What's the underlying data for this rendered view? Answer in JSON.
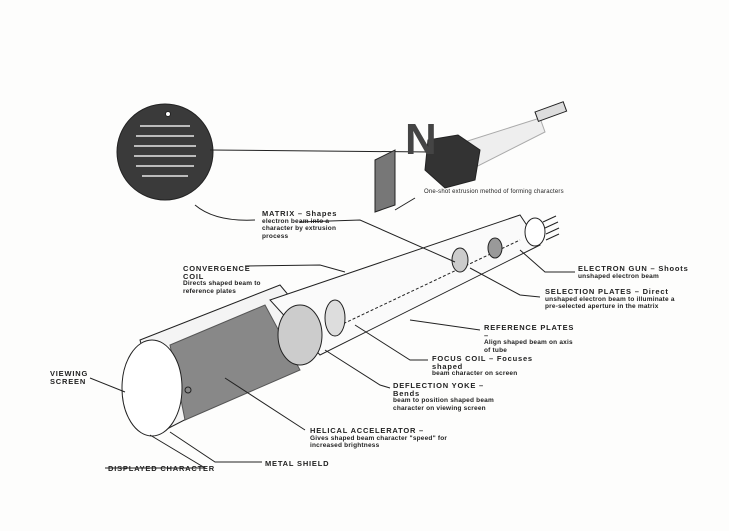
{
  "caption": "One-shot extrusion method of forming characters",
  "magnet_letter": "N",
  "labels": {
    "matrix": {
      "title": "MATRIX – Shapes",
      "desc": "electron beam into a character by extrusion process"
    },
    "convergence_coil": {
      "title": "CONVERGENCE COIL",
      "desc": "Directs shaped beam to reference plates"
    },
    "electron_gun": {
      "title": "ELECTRON GUN – Shoots",
      "desc": "unshaped electron beam"
    },
    "selection_plates": {
      "title": "SELECTION PLATES – Direct",
      "desc": "unshaped electron beam to illuminate a pre-selected aperture in the matrix"
    },
    "reference_plates": {
      "title": "REFERENCE PLATES –",
      "desc": "Align shaped beam on axis of tube"
    },
    "focus_coil": {
      "title": "FOCUS COIL – Focuses shaped",
      "desc": "beam character on screen"
    },
    "deflection_yoke": {
      "title": "DEFLECTION YOKE – Bends",
      "desc": "beam to position shaped beam character on viewing screen"
    },
    "helical_accelerator": {
      "title": "HELICAL ACCELERATOR –",
      "desc": "Gives shaped beam character \"speed\" for increased brightness"
    },
    "viewing_screen": {
      "title": "VIEWING SCREEN"
    },
    "displayed_character": {
      "title": "DISPLAYED CHARACTER"
    },
    "metal_shield": {
      "title": "METAL SHIELD"
    }
  }
}
